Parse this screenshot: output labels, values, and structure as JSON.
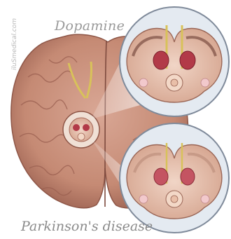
{
  "labels": {
    "top": "Dopamine",
    "bottom": "Parkinson's disease",
    "watermark": "iluSmedical.com"
  },
  "colors": {
    "brain": "#c98f7a",
    "brain_dark": "#a5685a",
    "nerve": "#d8c25a",
    "nucleus": "#b23a48",
    "circle_border": "#7f8a9a",
    "circle_bg": "#dfe6ee",
    "midbrain": "#e7c3b0"
  },
  "figure": {
    "elements": [
      "brain-illustration",
      "normal-midbrain-section",
      "parkinson-midbrain-section"
    ]
  }
}
